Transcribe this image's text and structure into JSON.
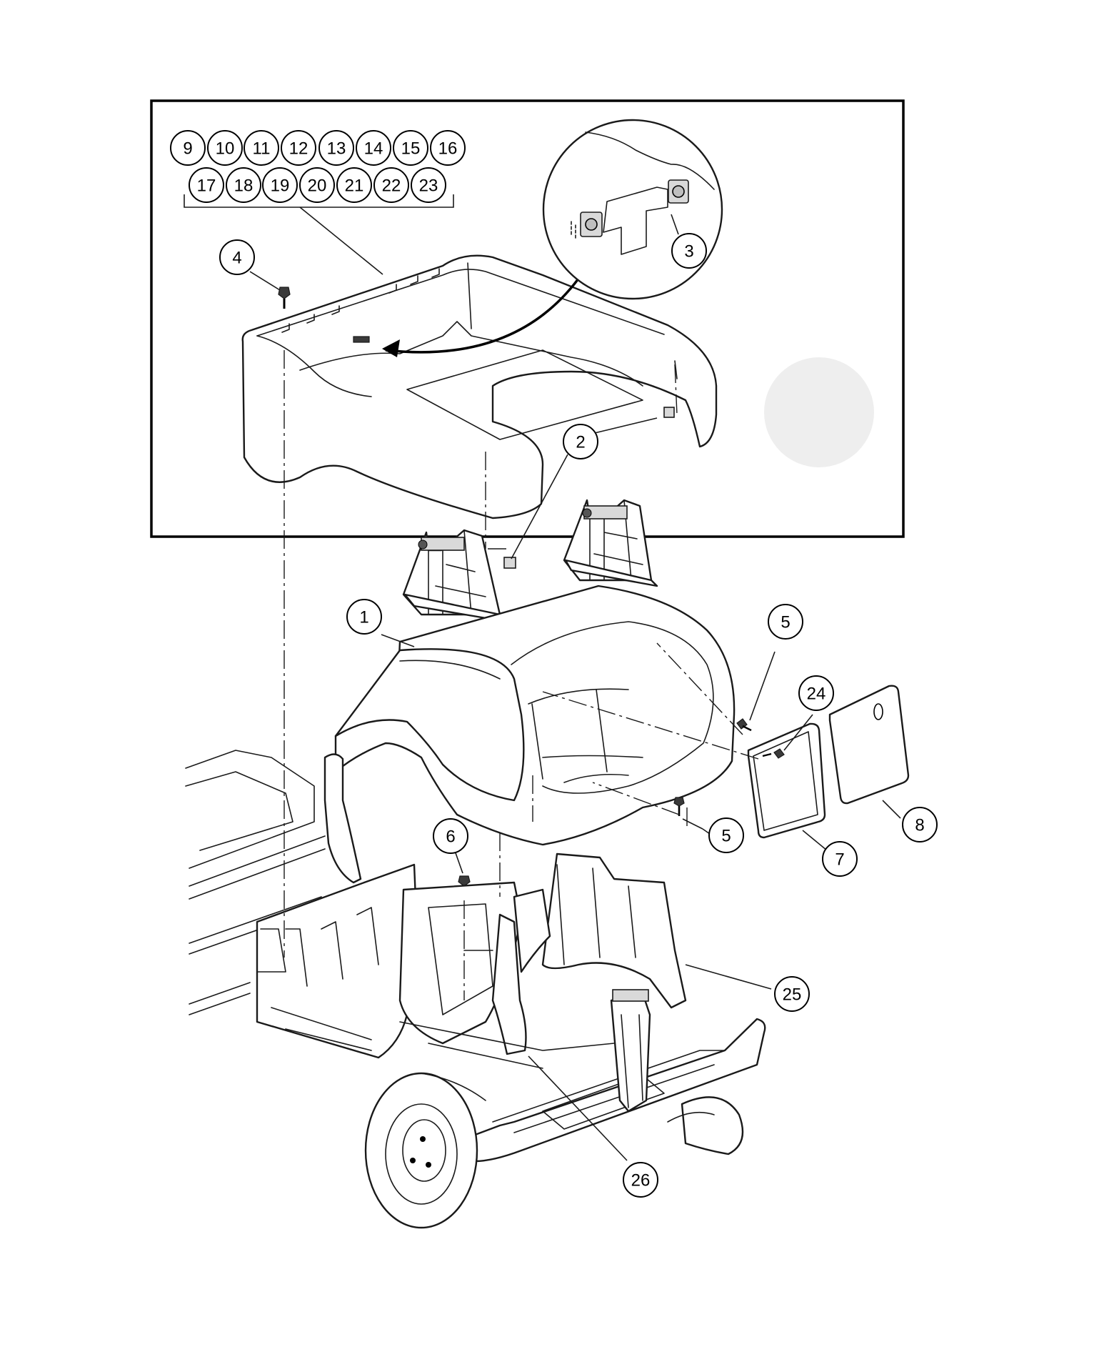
{
  "callouts": {
    "c1": "1",
    "c2": "2",
    "c3": "3",
    "c4": "4",
    "c5a": "5",
    "c5b": "5",
    "c6": "6",
    "c7": "7",
    "c8": "8",
    "c9": "9",
    "c10": "10",
    "c11": "11",
    "c12": "12",
    "c13": "13",
    "c14": "14",
    "c15": "15",
    "c16": "16",
    "c17": "17",
    "c18": "18",
    "c19": "19",
    "c20": "20",
    "c21": "21",
    "c22": "22",
    "c23": "23",
    "c24": "24",
    "c25": "25",
    "c26": "26"
  },
  "colors": {
    "line": "#1a1a1a",
    "background": "#ffffff",
    "watermark": "#eeeeee"
  }
}
